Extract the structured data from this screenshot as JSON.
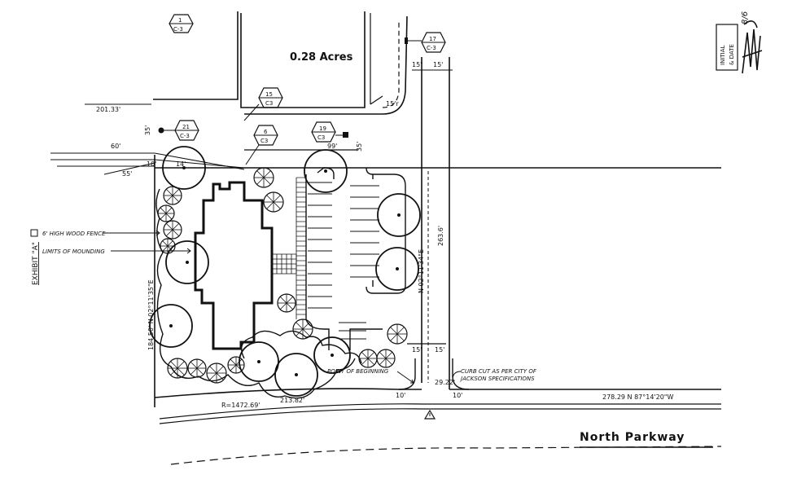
{
  "lot": {
    "area_label": "0.28 Acres"
  },
  "street": {
    "name": "North Parkway"
  },
  "stamp": {
    "line1": "INITIAL",
    "line2": "& DATE"
  },
  "exhibit": {
    "label": "EXHIBIT \"A\""
  },
  "callouts": [
    {
      "num": "1",
      "sheet": "C-3"
    },
    {
      "num": "17",
      "sheet": "C-3"
    },
    {
      "num": "15",
      "sheet": "C3"
    },
    {
      "num": "21",
      "sheet": "C-3"
    },
    {
      "num": "6",
      "sheet": "C3"
    },
    {
      "num": "19",
      "sheet": "C3"
    }
  ],
  "notes": {
    "fence": "6' HIGH WOOD FENCE",
    "limits": "LIMITS OF MOUNDING",
    "curb_line1": "CURB CUT AS PER CITY OF",
    "curb_line2": "JACKSON SPECIFICATIONS",
    "point_of_beginning": "POINT OF BEGINNING"
  },
  "dimensions": {
    "top_left": "201.33'",
    "setback_left": "60'",
    "setback_35_left": "35'",
    "width_99": "99'",
    "setback_35_right": "35'",
    "fifteen_a": "15'",
    "fifteen_b": "15'",
    "fifteen_c": "15'",
    "fifteen_d": "15'",
    "ten": "10'",
    "fifty_five": "55'",
    "left_bearing": "184.50'   N 02°11'35\"E",
    "right_bearing": "N 02°11'34\"E",
    "right_length": "263.6'",
    "arc_radius": "R=1472.69'",
    "arc_length": "213.82'",
    "bottom_bearing": "278.29   N 87°14'20\"W",
    "dim_29": "29.22'",
    "dim_10a": "10'",
    "dim_10b": "10'",
    "dim_14": "14'",
    "dim_15r": "15'r"
  }
}
